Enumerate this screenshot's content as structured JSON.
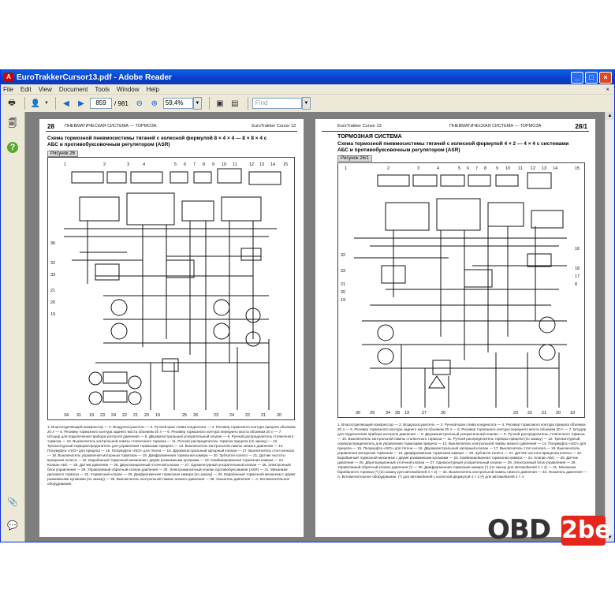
{
  "window": {
    "title": "EuroTrakkerCursor13.pdf - Adobe Reader",
    "app_icon": "adobe-reader-icon",
    "buttons": {
      "minimize": "_",
      "maximize": "□",
      "close": "×"
    }
  },
  "menu": [
    "File",
    "Edit",
    "View",
    "Document",
    "Tools",
    "Window",
    "Help"
  ],
  "menu_close": "×",
  "toolbar": {
    "current_page": "859",
    "total_pages": "/ 981",
    "zoom": "59,4%",
    "find_placeholder": "Find"
  },
  "left_page": {
    "page_number": "28",
    "header_left": "ПНЕВМАТИЧЕСКАЯ СИСТЕМА — ТОРМОЗА",
    "header_right": "EuroTrakker Cursor 13",
    "section_title": "Схема тормозной пневмосистемы тягачей с колесной формулой 8 × 4 × 4 — 8 × 8 × 4 с АБС и противобуксовочным регулятором (ASR)",
    "figure_label": "Рисунок 26",
    "caption": "1. Влагоотделяющий компрессор — 2. Воздухоосушитель — 3. Ручной кран сливa конденсата — 4. Ресивер тормозного контура прицепа объемом 20 л — 5. Ресивер тормозного контура заднего моста объемом 20 л — 6. Ресивер тормозного контура переднего моста объемом 20 л — 7. Штуцер для подключения прибора контроля давления — 8. Двухмагистральный ускорительный клапан — 9. Ручной распределитель стояночного тормоза — 10. Выключатель контрольной лампы стояночного тормоза — 11. Ручной распределитель тормоза прицепа (по заказу) — 12. Трехконтурный сервораспределитель для управления тормозами прицепа — 13. Выключатель контрольной лампы низкого давления — 14. Полумуфта «ISO» для прицепа — 15. Полумуфта «ISO» для тягача — 16. Двухмагистральный запорный клапан — 17. Выключатель стоп-сигнала — 18. Выключатель управления моторным тормозом — 19. Диафрагменная тормозная камера — 20. Зубчатое колесо — 21. Датчик частоты вращения колеса — 22. Барабанный тормозной механизм с двумя разжимными кулаками — 23. Комбинированная тормозная камера — 24. Клапан АБС — 25. Датчик давления — 26. Двухпозиционный отсечной клапан — 27. Одноконтурный ускорительный клапан — 28. Электронный блок управления — 29. Управляемый обратный клапан давления — 30. Электромагнитный клапан противобуксования (ASR) — 31. Механизм дискового тормоза — 32. Сервисный клапан — 33. Диафрагменная тормозная камера (по заказу) — 34. Барабанный тормозной механизм с двумя разжимными кулаками (по заказу) — 35. Выключатель контрольной лампы низкого давления — 36. Указатель давления — А. Вспомогательное оборудование."
  },
  "right_page": {
    "page_number": "28/1",
    "header_left": "EuroTrakker Cursor 13",
    "header_right": "ПНЕВМАТИЧЕСКАЯ СИСТЕМА — ТОРМОЗА",
    "section_heading": "ТОРМОЗНАЯ СИСТЕМА",
    "section_title": "Схема тормозной пневмосистемы тягачей с колесной формулой 4 × 2 — 4 × 4 с системами АБС и противобуксовочным регулятором (ASR)",
    "figure_label": "Рисунок 26/1",
    "caption": "1. Влагоотделяющий компрессор — 2. Воздухоосушитель — 3. Ручной кран сливa конденсата — 4. Ресивер тормозного контура прицепа объемом 20 л — 5. Ресивер тормозного контура заднего моста объемом 20 л — 6. Ресивер тормозного контура переднего моста объемом 20 л — 7. Штуцер для подключения прибора контроля давления — 8. Двухмагистральный ускорительный клапан — 9. Ручной распределитель стояночного тормоза — 10. Выключатель контрольной лампы стояночного тормоза — 11. Ручной распределитель тормоза прицепа (по заказу) — 12. Трехконтурный сервораспределитель для управления тормозами прицепа — 13. Выключатель контрольной лампы низкого давления — 14. Полумуфта «ISO» для прицепа — 15. Полумуфта «ISO» для тягача — 16. Двухмагистральный запорный клапан — 17. Выключатель стоп-сигнала — 18. Выключатель управления моторным тормозом — 19. Диафрагменная тормозная камера — 20. Зубчатое колесо — 21. Датчик частоты вращения колеса — 22. Барабанный тормозной механизм с двумя разжимными кулаками — 23. Комбинированная тормозная камера — 24. Клапан АБС — 25. Датчик давления — 26. Двухпозиционный отсечной клапан — 27. Одноконтурный ускорительный клапан — 28. Электронный блок управления — 29. Управляемый обратный клапан давления (*) — 30. Диафрагменная тормозная камера (*) (по заказу для автомобилей 4 × 2) — 31. Механизм барабанного тормоза (*) (по заказу для автомобилей 4 × 2) — 32. Выключатель контрольной лампы низкого давления — 33. Указатель давления — А. Вспомогательное оборудование. (*) для автомобилей с колесной формулой 4 × 2 (•) для автомобилей 4 × 4"
  },
  "left_diagram_labels": {
    "top": [
      "1",
      "2",
      "3",
      "4",
      "5",
      "6",
      "7",
      "8",
      "9",
      "10",
      "11",
      "12",
      "13",
      "14",
      "15"
    ],
    "left": [
      "36",
      "32",
      "33",
      "21",
      "20",
      "19"
    ],
    "bottom": [
      "34",
      "31",
      "19",
      "23",
      "24",
      "22",
      "21",
      "20",
      "19",
      "25",
      "26",
      "23",
      "24",
      "22",
      "21",
      "20"
    ]
  },
  "right_diagram_labels": {
    "top": [
      "1",
      "2",
      "3",
      "4",
      "5",
      "6",
      "7",
      "8",
      "9",
      "10",
      "11",
      "12",
      "13",
      "14",
      "15"
    ],
    "left": [
      "32",
      "33",
      "21",
      "20",
      "19"
    ],
    "right": [
      "16",
      "18",
      "17",
      "8"
    ],
    "bottom": [
      "30",
      "29",
      "34",
      "28",
      "19",
      "27",
      "26",
      "23",
      "22",
      "21",
      "20",
      "19"
    ]
  },
  "watermark": {
    "left": "OBD",
    "right": "2be"
  },
  "colors": {
    "titlebar": "#0a5fe6",
    "doc_bg": "#7e7e7e",
    "watermark_red": "#e6251c"
  }
}
